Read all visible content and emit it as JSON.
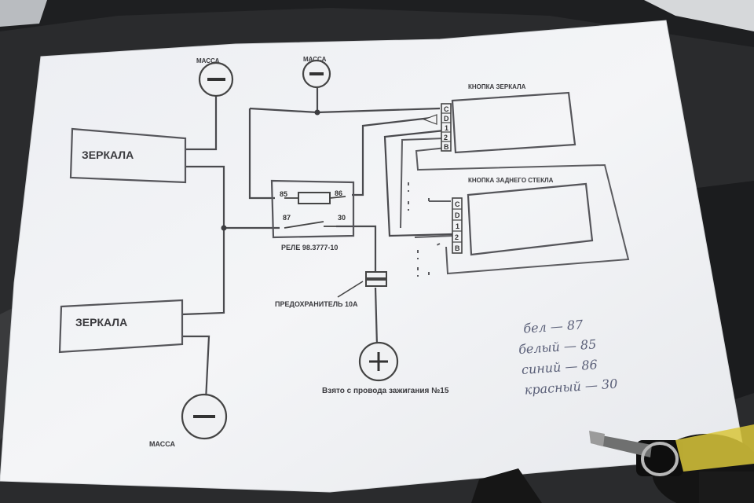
{
  "diagram": {
    "mirror_top_label": "ЗЕРКАЛА",
    "mirror_bottom_label": "ЗЕРКАЛА",
    "ground_label_top_left": "МАССА",
    "ground_label_top_center": "МАССА",
    "ground_label_bottom": "МАССА",
    "relay": {
      "title": "РЕЛЕ 98.3777-10",
      "pin_85": "85",
      "pin_86": "86",
      "pin_87": "87",
      "pin_30": "30"
    },
    "fuse_label": "ПРЕДОХРАНИТЕЛЬ 10А",
    "source_label": "Взято с провода зажигания №15",
    "mirror_button": {
      "title": "КНОПКА ЗЕРКАЛА",
      "pins": [
        "C",
        "D",
        "1",
        "2",
        "B"
      ]
    },
    "rear_glass_button": {
      "title": "КНОПКА ЗАДНЕГО СТЕКЛА",
      "pins": [
        "C",
        "D",
        "1",
        "2",
        "B"
      ]
    },
    "handwritten_notes": [
      "бел — 87",
      "белый — 85",
      "синий — 86",
      "красный — 30"
    ]
  },
  "colors": {
    "paper": "#f2f3f5",
    "ink": "#4a4a4e",
    "handwriting": "#5a5f78",
    "background": "#2b2c2e"
  }
}
